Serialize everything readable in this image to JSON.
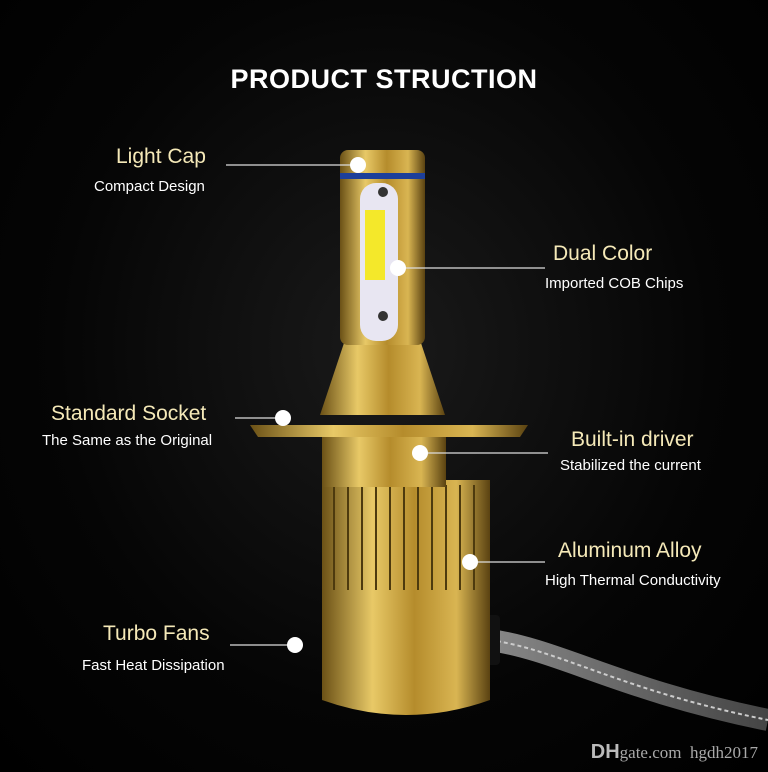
{
  "title": "PRODUCT STRUCTION",
  "callouts": [
    {
      "label": "Light Cap",
      "sub": "Compact Design"
    },
    {
      "label": "Dual Color",
      "sub": "Imported COB Chips"
    },
    {
      "label": "Standard Socket",
      "sub": "The Same as the Original"
    },
    {
      "label": "Built-in driver",
      "sub": "Stabilized the current"
    },
    {
      "label": "Aluminum Alloy",
      "sub": "High Thermal Conductivity"
    },
    {
      "label": "Turbo Fans",
      "sub": "Fast Heat Dissipation"
    }
  ],
  "watermark": {
    "brand_a": "DH",
    "brand_b": "gate.com",
    "store": "hgdh2017"
  },
  "colors": {
    "gold": "#c9a23a",
    "label": "#f5e9b8",
    "band": "#1d3f9a"
  }
}
